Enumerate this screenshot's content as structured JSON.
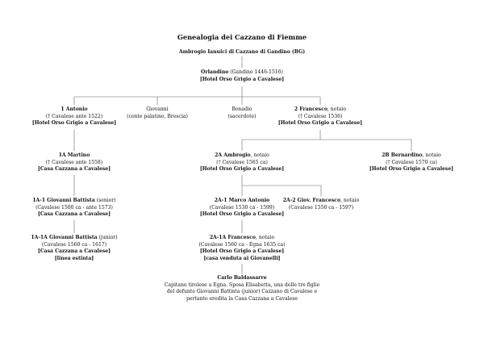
{
  "title": "Genealogia dei Cazzano di Fiemme",
  "nodes": {
    "ambrogio": {
      "name": "Ambrogio Ianuici di Cazzano di Gandino (BG)"
    },
    "orlandino": {
      "name": "Orlandino",
      "dates": " (Gandino 1446-1516)",
      "house": "[Hotel Orso Grigio a Cavalese]"
    },
    "antonio": {
      "name": "1 Antonio",
      "dates": "(† Cavalese ante 1522)",
      "house": "[Hotel Orso Grigio a Cavalese]"
    },
    "giovanni": {
      "name": "Giovanni",
      "dates": "(conte palatino, Brescia)"
    },
    "bonadio": {
      "name": "Bonadio",
      "dates": "(sacerdote)"
    },
    "francesco2": {
      "name": "2 Francesco",
      "role": ", notaio",
      "dates": "(† Cavalese 1536)",
      "house": "[Hotel Orso Grigio a Cavalese]"
    },
    "martino": {
      "name": "1A Martino",
      "dates": "(† Cavalese ante 1558)",
      "house": "[Casa Cazzana a Cavalese]"
    },
    "ambrogio2a": {
      "name": "2A Ambrogio",
      "role": ", notaio",
      "dates": "(† Cavalese 1565 ca)",
      "house": "[Hotel Orso Grigio a Cavalese]"
    },
    "bernardino": {
      "name": "2B Bernardino",
      "role": ", notaio",
      "dates": "(† Cavalese 1570 ca)",
      "house": "[Hotel Orso Grigio a Cavalese]"
    },
    "gb_senior": {
      "name": "1A-1 Giovanni Battista",
      "role": " (senior)",
      "dates": "(Cavalese 1500 ca - ante 1573)",
      "house": "[Casa Cazzana a Cavalese]"
    },
    "marcoantonio": {
      "name": "2A-1 Marco Antonio",
      "dates": "(Cavalese 1530 ca - 1599)",
      "house": "[Hotel Orso Grigio a Cavalese]"
    },
    "giovfrancesco": {
      "name": "2A-2 Giov. Francesco",
      "role": ", notaio",
      "dates": "(Cavalese 1550 ca - 1597)"
    },
    "gb_junior": {
      "name": "1A-1A Giovanni Battista",
      "role": " (junior)",
      "dates": "(Cavalese 1560 ca - 1617)",
      "house": "[Casa Cazzana a Cavalese]",
      "note": "[linea estinta]"
    },
    "francesco2a1a": {
      "name": "2A-1A Francesco",
      "role": ", notaio",
      "dates": "(Cavalese 1560 ca - Egna 1635 ca)",
      "house": "[Hotel Orso Grigio a Cavalese]",
      "note": "[casa venduta ai Giovanelli]"
    },
    "carlo": {
      "name": "Carlo Baldassarre",
      "desc1": "Capitano tirolese a Egna. Sposa Elisabetta, una delle tre figlie",
      "desc2": "del defunto Giovanni Battista (junior) Cazzano di Cavalese e",
      "desc3": "pertanto eredita la Casa Cazzana a Cavalese"
    }
  }
}
